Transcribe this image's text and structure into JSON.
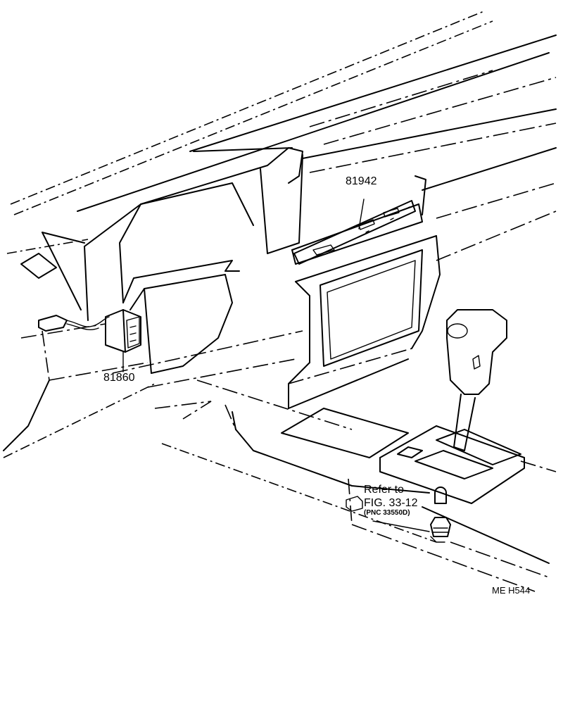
{
  "labels": {
    "part_81942": "81942",
    "part_81860": "81860",
    "refer_line1": "Refer to",
    "refer_line2": "FIG. 33-12",
    "refer_line3": "(PNC 33550D)",
    "figure_code": "ME H544"
  },
  "icons": {
    "switch": "switch-icon",
    "connector": "connector-icon",
    "bulb": "bulb-icon",
    "socket": "socket-icon",
    "shift_lever": "shift-lever-icon"
  }
}
